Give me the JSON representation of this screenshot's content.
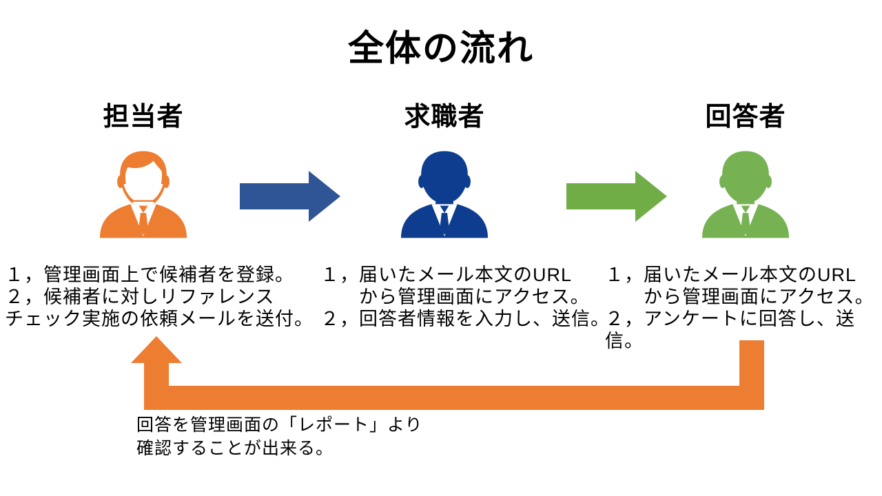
{
  "title": "全体の流れ",
  "colors": {
    "orange": "#ED7D31",
    "flow_arrow_blue": "#2F5596",
    "person_navy": "#0E3D8F",
    "flow_arrow_green": "#70AD47",
    "person_green": "#76B152",
    "text": "#000000",
    "background": "#FFFFFF"
  },
  "roles": [
    {
      "name": "担当者",
      "color": "#ED7D31",
      "steps": [
        "１，管理画面上で候補者を登録。",
        "２，候補者に対しリファレンス",
        "チェック実施の依頼メールを送付。"
      ]
    },
    {
      "name": "求職者",
      "color": "#0E3D8F",
      "steps": [
        "１，届いたメール本文のURL",
        "　　から管理画面にアクセス。",
        "２，回答者情報を入力し、送信。"
      ]
    },
    {
      "name": "回答者",
      "color": "#76B152",
      "steps": [
        "１，届いたメール本文のURL",
        "　　から管理画面にアクセス。",
        "２，アンケートに回答し、送信。"
      ]
    }
  ],
  "arrows": [
    {
      "direction": "right",
      "color": "#2F5596"
    },
    {
      "direction": "right",
      "color": "#70AD47"
    }
  ],
  "return_arrow": {
    "color": "#ED7D31",
    "caption": [
      "回答を管理画面の「レポート」より",
      "確認することが出来る。"
    ]
  }
}
